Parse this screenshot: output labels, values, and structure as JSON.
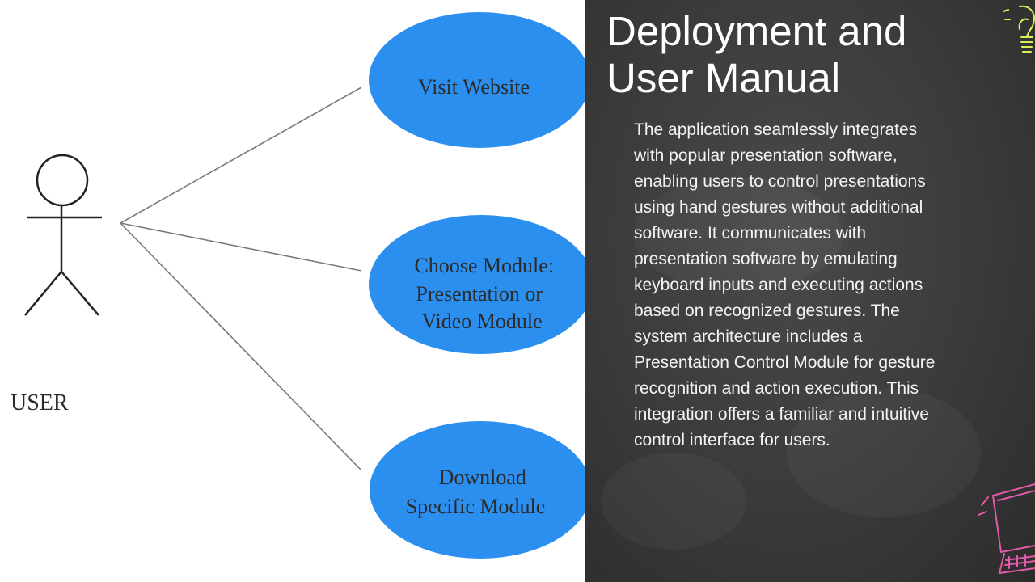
{
  "diagram": {
    "actor_label": "USER",
    "use_cases": [
      {
        "lines": [
          "Visit Website"
        ]
      },
      {
        "lines": [
          "Choose Module:",
          "Presentation or",
          "Video Module"
        ]
      },
      {
        "lines": [
          "Download",
          "Specific Module"
        ]
      }
    ],
    "ellipse_color": "#2b8ff0"
  },
  "slide": {
    "title": "Deployment and User Manual",
    "body": "The application seamlessly integrates with popular presentation software, enabling users to control presentations using hand gestures without additional software. It communicates with presentation software by emulating keyboard inputs and executing actions based on recognized gestures. The system architecture includes a Presentation Control Module for gesture recognition and action execution. This integration offers a familiar and intuitive control interface for users."
  },
  "decorations": {
    "top_right": "lightbulb-doodle",
    "bottom_right": "laptop-doodle",
    "lightbulb_color": "#d9ef5a",
    "laptop_color": "#e25aa8"
  }
}
